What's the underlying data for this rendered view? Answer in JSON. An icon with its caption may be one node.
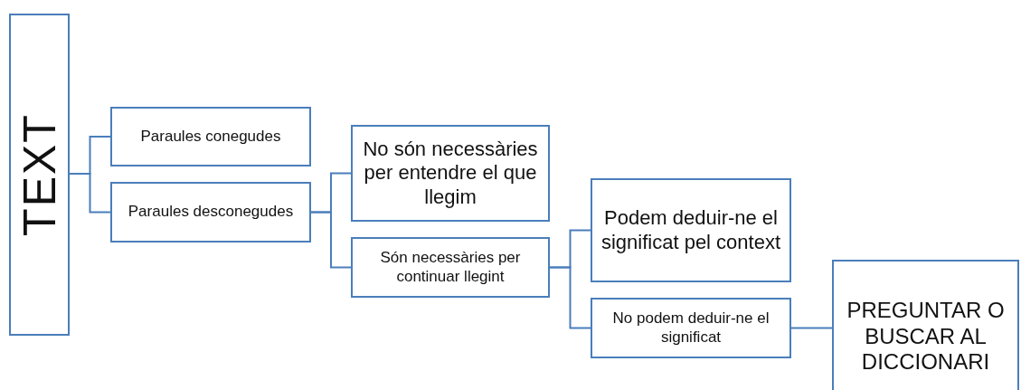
{
  "diagram": {
    "nodes": [
      {
        "text": [
          "TEXT"
        ]
      },
      {
        "text": [
          "Paraules conegudes"
        ]
      },
      {
        "text": [
          "Paraules desconegudes"
        ]
      },
      {
        "text": [
          "No són necessàries per entendre el que llegim"
        ]
      },
      {
        "text": [
          "Són necessàries per continuar llegint"
        ]
      },
      {
        "text": [
          "Podem deduir-ne el significat pel context"
        ]
      },
      {
        "text": [
          "No podem deduir-ne el significat"
        ]
      },
      {
        "text": [
          "PREGUNTAR O BUSCAR AL DICCIONARI"
        ]
      }
    ],
    "edges": [
      {
        "from": 0,
        "to": 1,
        "arrow": "none"
      },
      {
        "from": 0,
        "to": 2,
        "arrow": "none"
      },
      {
        "from": 2,
        "to": 3,
        "arrow": "none"
      },
      {
        "from": 2,
        "to": 4,
        "arrow": "none"
      },
      {
        "from": 4,
        "to": 5,
        "arrow": "none"
      },
      {
        "from": 4,
        "to": 6,
        "arrow": "none"
      },
      {
        "from": 6,
        "to": 7,
        "arrow": "none"
      }
    ]
  }
}
